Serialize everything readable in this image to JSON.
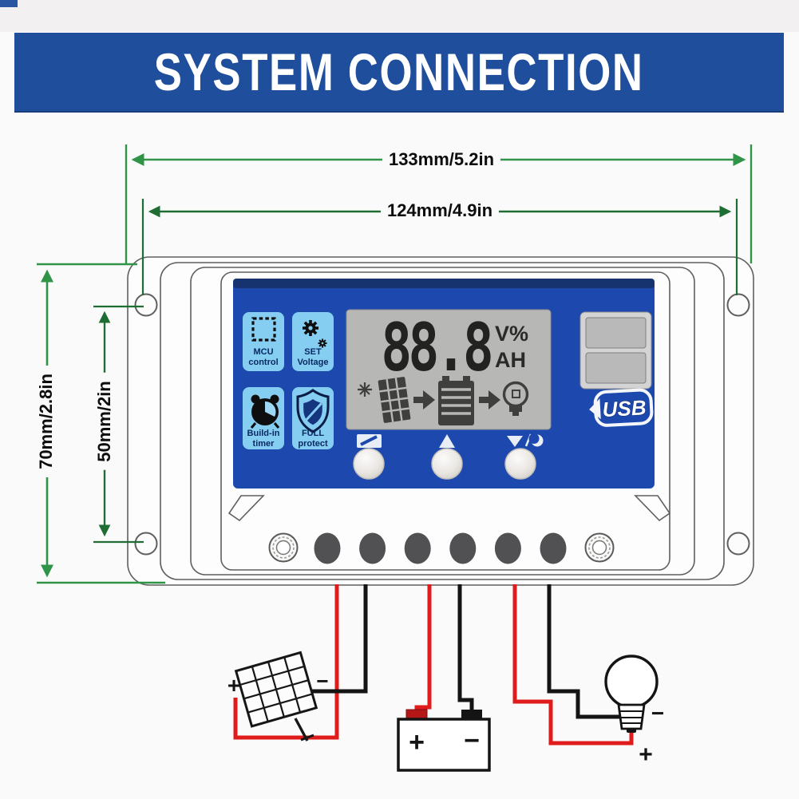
{
  "banner": {
    "title": "SYSTEM CONNECTION",
    "background": "#1f4e9c",
    "text_color": "#ffffff"
  },
  "dimensions": {
    "outer_width": {
      "label": "133mm/5.2in"
    },
    "inner_width": {
      "label": "124mm/4.9in"
    },
    "outer_height": {
      "label": "70mm/2.8in"
    },
    "inner_height": {
      "label": "50mm/2in"
    },
    "outer_line_color": "#2f9447",
    "inner_line_color": "#1e6e33"
  },
  "controller": {
    "feature_badges": [
      {
        "id": "mcu-control",
        "line1": "MCU",
        "line2": "control",
        "icon": "dashed-square-icon"
      },
      {
        "id": "set-voltage",
        "line1": "SET",
        "line2": "Voltage",
        "icon": "gear-icon"
      },
      {
        "id": "build-in-timer",
        "line1": "Build-in",
        "line2": "timer",
        "icon": "alarm-clock-icon"
      },
      {
        "id": "full-protect",
        "line1": "FULL",
        "line2": "protect",
        "icon": "shield-icon"
      }
    ],
    "lcd": {
      "reading": "88.8",
      "unit_line1": "V%",
      "unit_line2": "AH",
      "flow_icons": [
        "sun-icon",
        "solar-panel-icon",
        "arrow-right-icon",
        "battery-icon",
        "arrow-right-icon",
        "lamp-icon"
      ]
    },
    "buttons": [
      {
        "id": "charge-mode-button",
        "icon": "charge-mode-icon"
      },
      {
        "id": "up-button",
        "icon": "up-triangle-icon"
      },
      {
        "id": "down-night-button",
        "icon": "down-triangle-moon-icon"
      }
    ],
    "usb": {
      "label": "USB",
      "ports": 2
    },
    "terminals": {
      "count": 6
    },
    "colors": {
      "panel_blue": "#1d49ae",
      "panel_blue_dark": "#16336f",
      "badge_blue": "#85cdf1",
      "badge_text": "#0a2a63",
      "lcd_gray": "#b7b7b5",
      "lcd_ink": "#2a2a28"
    }
  },
  "wiring": {
    "solar_panel": {
      "positive": "+",
      "negative": "−"
    },
    "battery": {
      "positive": "+",
      "negative": "−"
    },
    "load_lamp": {
      "positive": "+",
      "negative": "−"
    },
    "wire_colors": {
      "positive": "#df1b1b",
      "negative": "#141414"
    }
  }
}
